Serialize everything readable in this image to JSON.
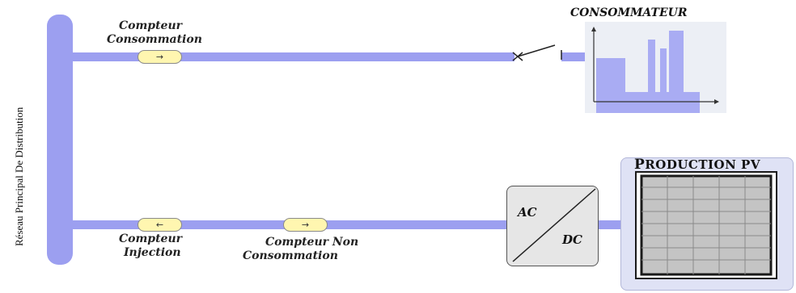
{
  "bus_label": "Réseau Principal De Distribution",
  "meters": {
    "consumption": {
      "label_line1": "Compteur",
      "label_line2": "Consommation",
      "arrow": "→"
    },
    "injection": {
      "label_line1": "Compteur",
      "label_line2": "Injection",
      "arrow": "←"
    },
    "non_consumption": {
      "label_line1": "Compteur Non",
      "label_line2": "Consommation",
      "arrow": "→"
    }
  },
  "consumer": {
    "title": "CONSOMMATEUR"
  },
  "inverter": {
    "ac_label": "AC",
    "dc_label": "DC"
  },
  "pv": {
    "title_first": "P",
    "title_rest": "RODUCTION PV"
  },
  "colors": {
    "line": "#9c9ff0",
    "bar": "#a9acf3",
    "meter_fill": "#fff6b0"
  }
}
